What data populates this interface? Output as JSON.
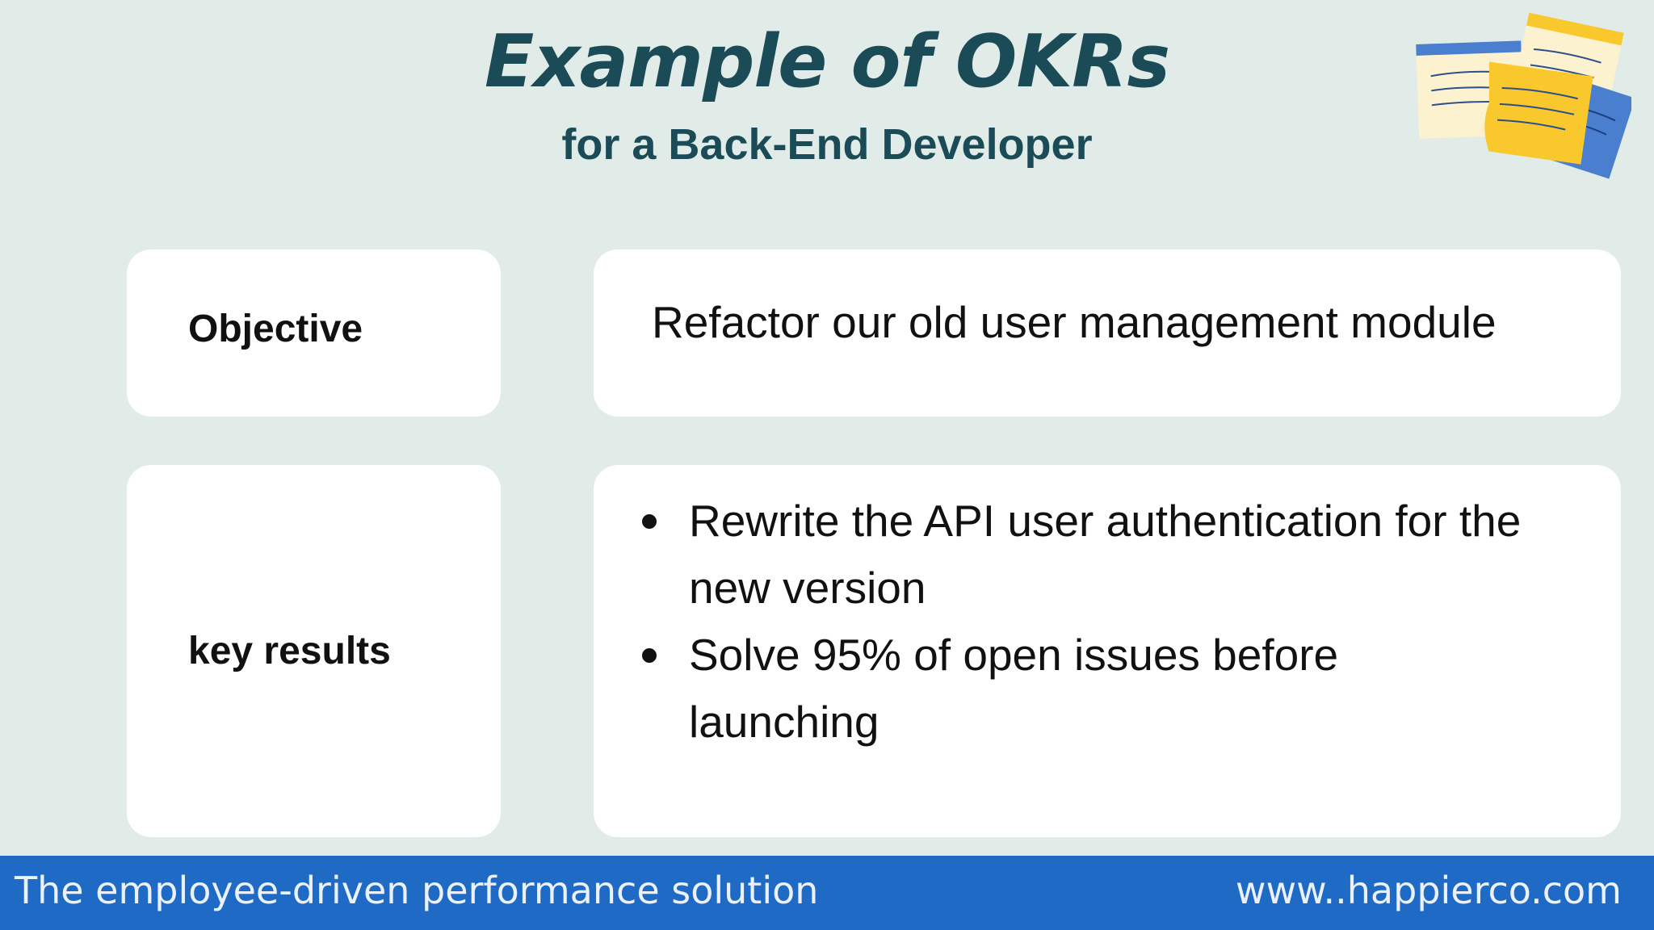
{
  "header": {
    "title": "Example of OKRs",
    "subtitle": "for a Back-End Developer"
  },
  "objective": {
    "label": "Objective",
    "text": "Refactor our old user management module"
  },
  "key_results": {
    "label": "key results",
    "items": [
      "Rewrite the API user authentication for the new version",
      "Solve 95% of open issues before launching"
    ]
  },
  "footer": {
    "tagline": "The employee-driven performance solution",
    "website": "www..happierco.com"
  },
  "illustration": {
    "icon": "sticky-notes-icon",
    "colors": {
      "yellow": "#f8c82d",
      "blue": "#4a7fcf",
      "cream": "#fdf2cf",
      "line": "#2a4f8a"
    }
  },
  "colors": {
    "background": "#e1ece8",
    "heading": "#1b4b57",
    "card": "#ffffff",
    "footer_bar": "#1f6ac5"
  }
}
